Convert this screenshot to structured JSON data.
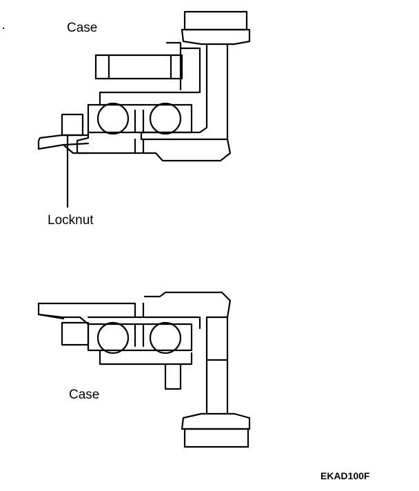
{
  "figure": {
    "label_case_top": "Case",
    "label_locknut": "Locknut",
    "label_case_bottom": "Case",
    "code": "EKAD100F",
    "line_color": "#000000",
    "background": "#ffffff"
  }
}
